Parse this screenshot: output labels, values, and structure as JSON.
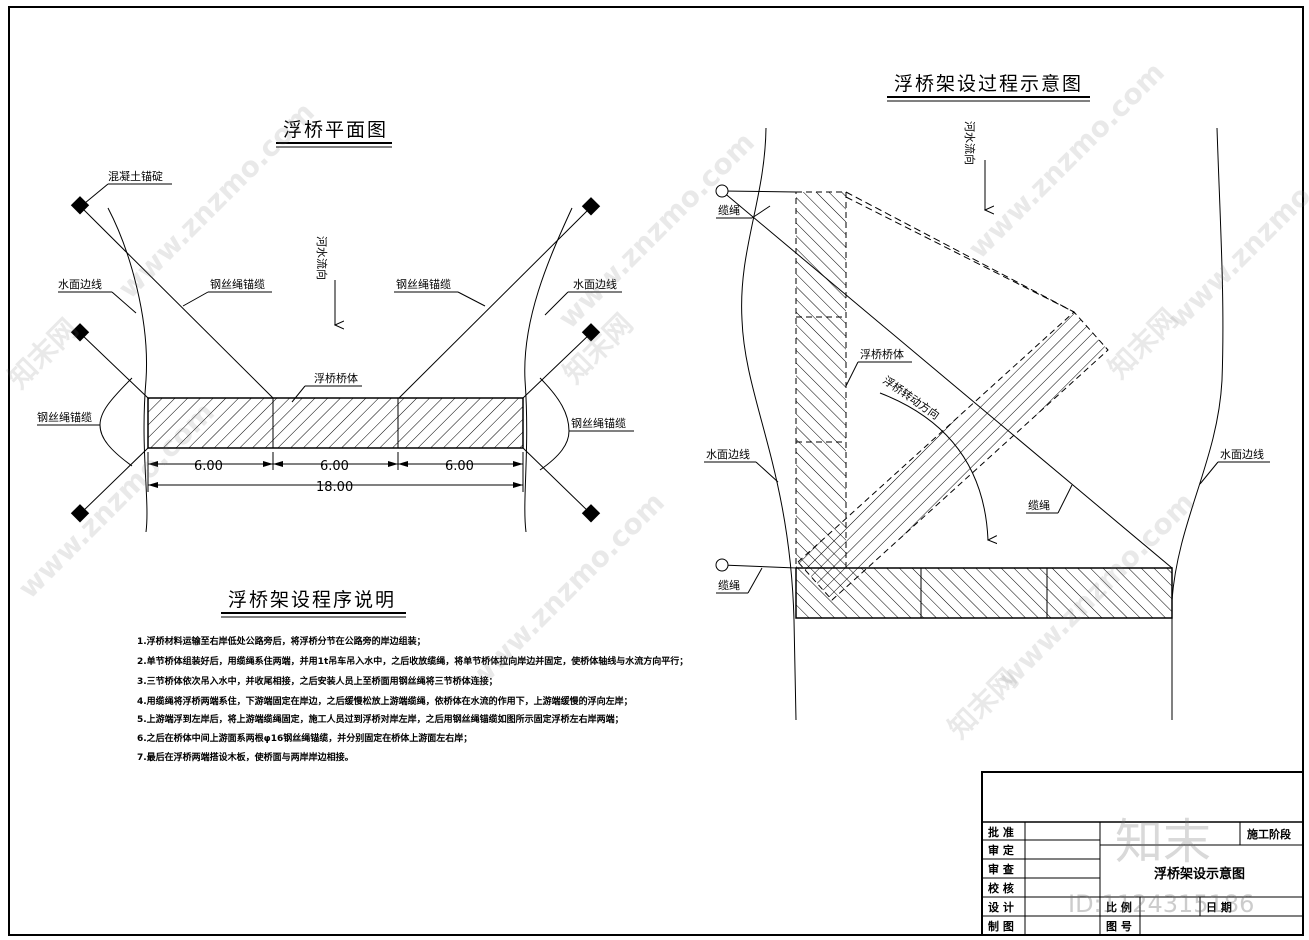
{
  "plan": {
    "title": "浮桥平面图",
    "concrete_anchor": "混凝土锚碇",
    "water_edge_left": "水面边线",
    "water_edge_right": "水面边线",
    "cable_left": "钢丝绳锚缆",
    "cable_right": "钢丝绳锚缆",
    "flow_direction": "河水流向",
    "pontoon_body": "浮桥桥体",
    "side_cable_left": "钢丝绳锚缆",
    "side_cable_right": "钢丝绳锚缆",
    "dims": [
      "6.00",
      "6.00",
      "6.00"
    ],
    "total_dim": "18.00"
  },
  "process": {
    "title": "浮桥架设过程示意图",
    "flow_direction": "河水流向",
    "rope_top": "缆绳",
    "rope_bottom": "缆绳",
    "rope_mid": "缆绳",
    "pontoon_body": "浮桥桥体",
    "rotate_direction": "浮桥转动方向",
    "water_edge_left": "水面边线",
    "water_edge_right": "水面边线"
  },
  "procedure": {
    "title": "浮桥架设程序说明",
    "steps": [
      "1.浮桥材料运输至右岸低处公路旁后，将浮桥分节在公路旁的岸边组装；",
      "2.单节桥体组装好后，用缆绳系住两端，并用1t吊车吊入水中，之后收放缆绳，将单节桥体拉向岸边并固定，使桥体轴线与水流方向平行；",
      "3.三节桥体依次吊入水中，并收尾相接，之后安装人员上至桥面用钢丝绳将三节桥体连接；",
      "4.用缆绳将浮桥两端系住，下游端固定在岸边，之后缓慢松放上游端缆绳，依桥体在水流的作用下，上游端缓慢的浮向左岸；",
      "5.上游端浮到左岸后，将上游端缆绳固定，施工人员过到浮桥对岸左岸，之后用钢丝绳锚缆如图所示固定浮桥左右岸两端；",
      "6.之后在桥体中间上游面系两根φ16钢丝绳锚缆，并分别固定在桥体上游面左右岸；",
      "7.最后在浮桥两端搭设木板，使桥面与两岸岸边相接。"
    ]
  },
  "title_block": {
    "roles": [
      "批 准",
      "审 定",
      "审 查",
      "校 核",
      "设 计",
      "制 图"
    ],
    "stage": "施工阶段",
    "drawing_name": "浮桥架设示意图",
    "scale_label": "比 例",
    "drawing_no_label": "图 号",
    "date_label": "日 期"
  },
  "watermark": {
    "site": "www.znzmo.com",
    "brand": "知末网",
    "logo": "知末",
    "id": "ID:1124315186"
  },
  "colors": {
    "line": "#000000",
    "paper": "#ffffff"
  }
}
